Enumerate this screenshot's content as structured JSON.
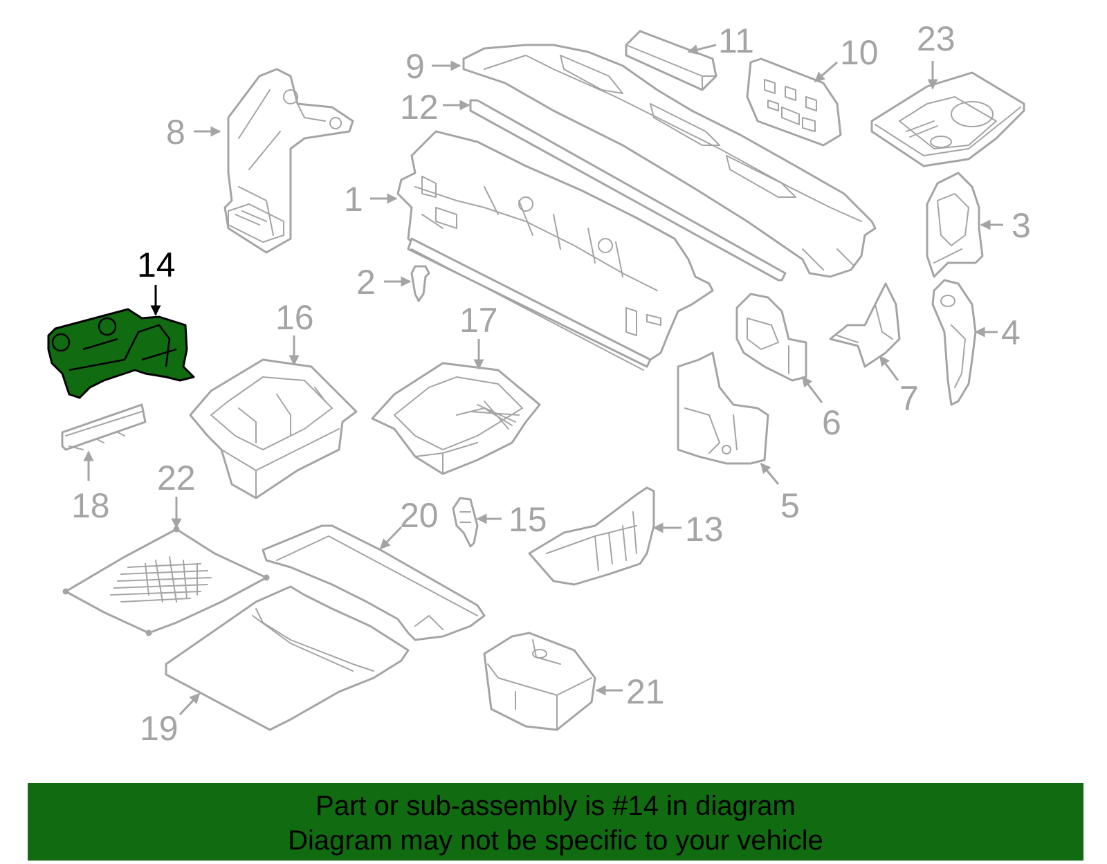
{
  "diagram": {
    "highlighted_part": "14",
    "callouts": {
      "c1": "1",
      "c2": "2",
      "c3": "3",
      "c4": "4",
      "c5": "5",
      "c6": "6",
      "c7": "7",
      "c8": "8",
      "c9": "9",
      "c10": "10",
      "c11": "11",
      "c12": "12",
      "c13": "13",
      "c14": "14",
      "c15": "15",
      "c16": "16",
      "c17": "17",
      "c18": "18",
      "c19": "19",
      "c20": "20",
      "c21": "21",
      "c22": "22",
      "c23": "23"
    }
  },
  "banner": {
    "line1": "Part or sub-assembly is #14 in diagram",
    "line2": "Diagram may not be specific to your vehicle"
  },
  "colors": {
    "highlight": "#116b11",
    "line_art": "#a4a4a4",
    "highlight_outline": "#000000"
  }
}
